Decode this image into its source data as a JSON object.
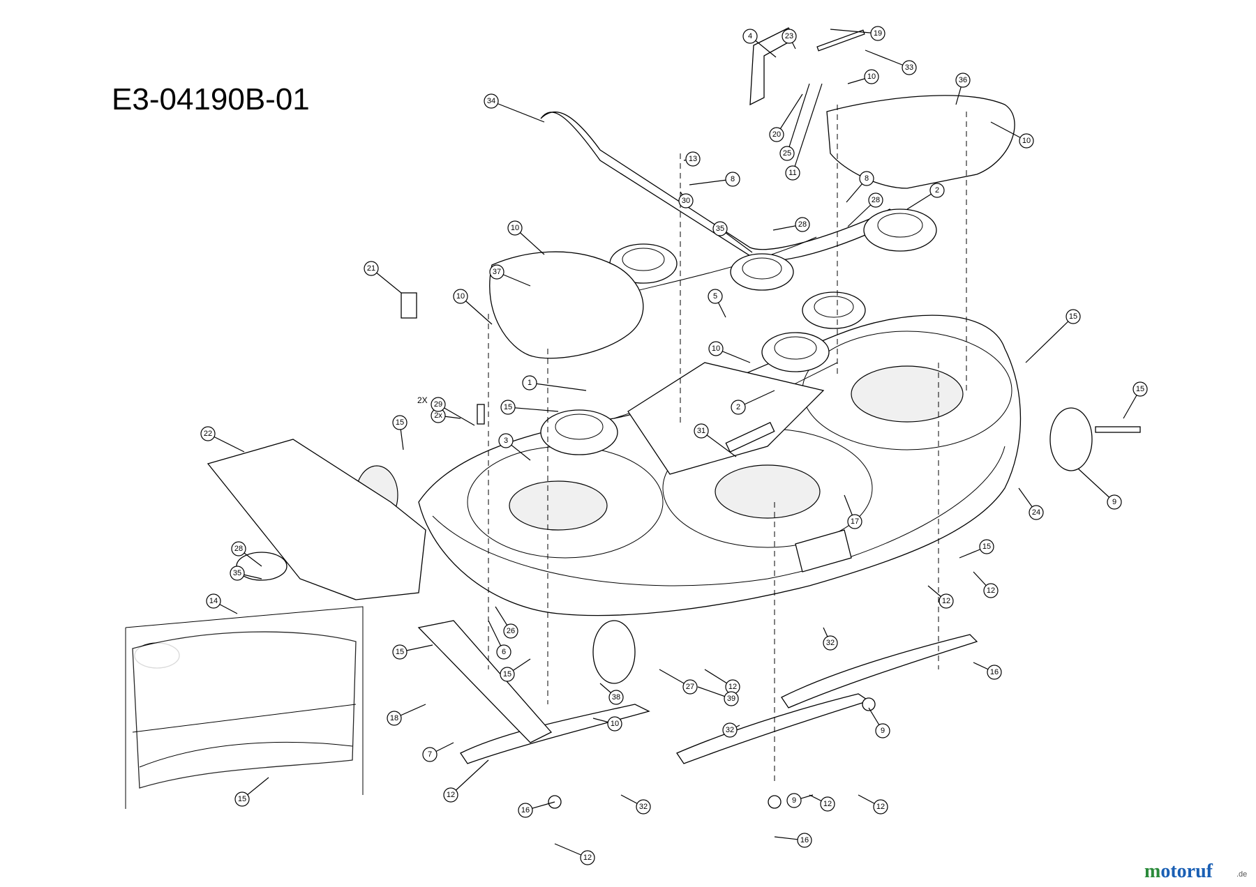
{
  "diagram_id": "E3-04190B-01",
  "note_2x": "2X",
  "watermark": {
    "main": "motoruf",
    "suffix": ".de",
    "color_m": "#2a8a3a",
    "color_rest": "#1a5fb4"
  },
  "callouts": [
    "4",
    "23",
    "19",
    "33",
    "10",
    "36",
    "34",
    "20",
    "25",
    "11",
    "10",
    "13",
    "8",
    "30",
    "8",
    "28",
    "2",
    "35",
    "28",
    "10",
    "21",
    "37",
    "5",
    "10",
    "15",
    "10",
    "1",
    "15",
    "2",
    "2x",
    "29",
    "15",
    "3",
    "22",
    "31",
    "15",
    "17",
    "24",
    "9",
    "28",
    "35",
    "14",
    "26",
    "15",
    "6",
    "15",
    "27",
    "38",
    "12",
    "39",
    "12",
    "12",
    "32",
    "16",
    "9",
    "18",
    "7",
    "12",
    "10",
    "32",
    "12",
    "15",
    "9",
    "32",
    "16",
    "16",
    "12",
    "12",
    "15"
  ]
}
